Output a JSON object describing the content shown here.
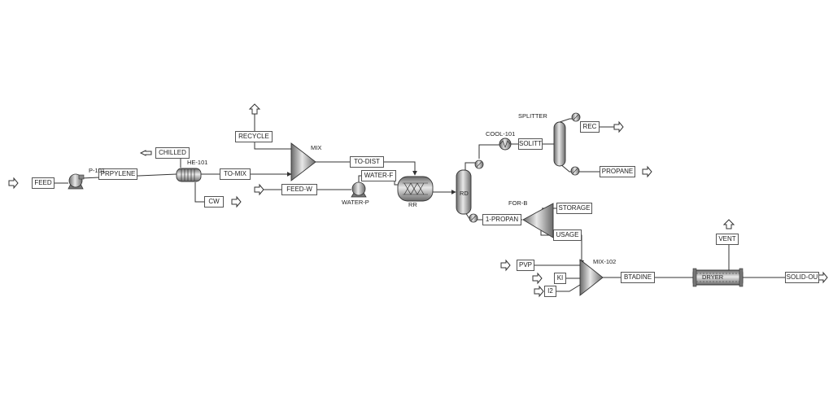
{
  "streams": {
    "feed": "FEED",
    "prpylene": "PRPYLENE",
    "chilled": "CHILLED",
    "cw": "CW",
    "to_mix": "TO-MIX",
    "recycle": "RECYCLE",
    "to_dist": "TO-DIST",
    "water_f": "WATER-F",
    "feed_w": "FEED-W",
    "solitt": "SOLITT",
    "rec": "REC",
    "propane": "PROPANE",
    "storage": "STORAGE",
    "one_propan": "1-PROPAN",
    "usage": "USAGE",
    "pvp": "PVP",
    "ki": "KI",
    "i2": "I2",
    "btadine": "BTADINE",
    "vent": "VENT",
    "solid_ou": "SOLID-OU"
  },
  "units": {
    "p101": "P-101",
    "he101": "HE-101",
    "mix": "MIX",
    "water_p": "WATER-P",
    "rr": "RR",
    "rd": "RD",
    "cool101": "COOL-101",
    "splitter": "SPLITTER",
    "for_b": "FOR-B",
    "mix102": "MIX-102",
    "dryer": "DRYER"
  },
  "colors": {
    "line": "#333333",
    "equipment_dark": "#5a5a5a",
    "equipment_light": "#e6e6e6"
  }
}
